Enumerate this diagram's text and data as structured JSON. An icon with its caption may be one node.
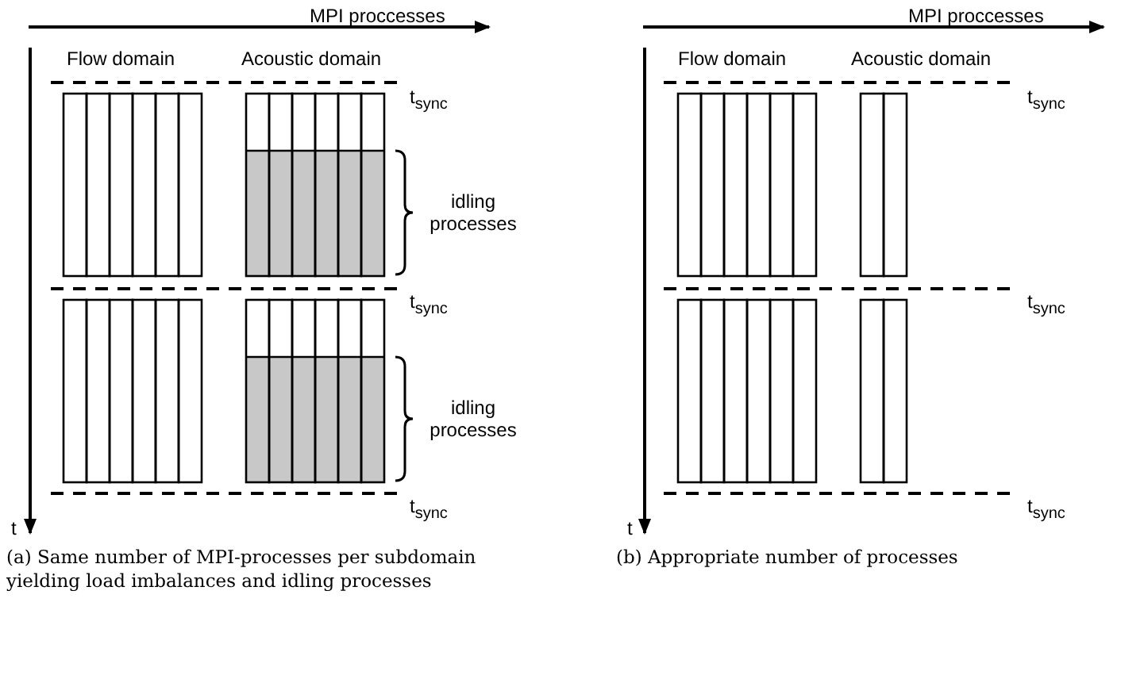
{
  "diagram": {
    "labels": [
      "MPI proccesses",
      "Flow domain",
      "Acoustic domain",
      "t$_{sync}$",
      "idling processes",
      "t$_{sync}$",
      "idling processes",
      "t$_{sync}$",
      "t",
      "MPI proccesses",
      "Flow domain",
      "Acoustic domain",
      "t$_{sync}$",
      "t$_{sync}$",
      "t$_{sync}$",
      "t",
      "(a) Same number of MPI-processes per subdomain yielding load imbalances and idling processes",
      "(b) Appropriate number of processes"
    ]
  }
}
